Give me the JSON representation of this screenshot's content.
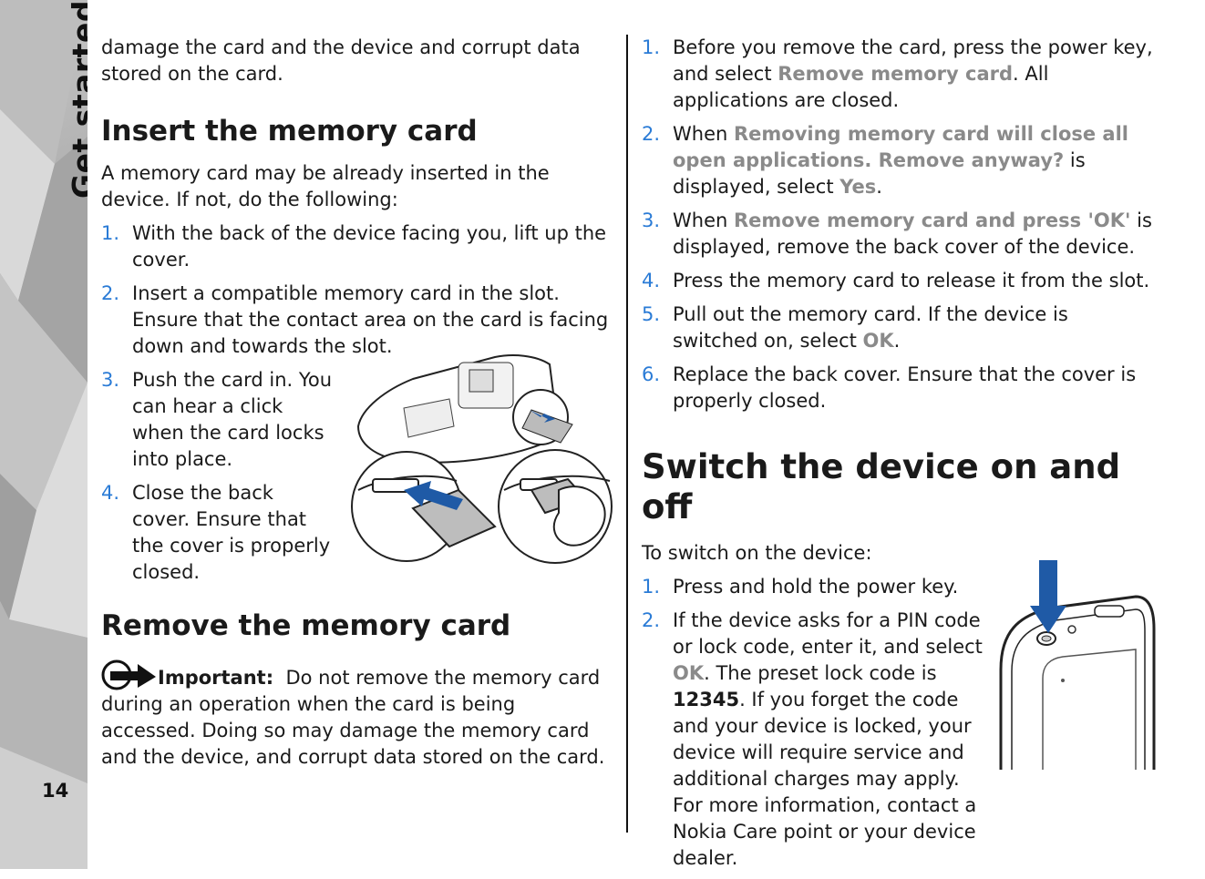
{
  "sidebar": {
    "section_title": "Get started",
    "page_number": "14"
  },
  "left": {
    "intro": "damage the card and the device and corrupt data stored on the card.",
    "insert": {
      "heading": "Insert the memory card",
      "intro": "A memory card may be already inserted in the device. If not, do the following:",
      "steps": [
        {
          "num": "1.",
          "text": "With the back of the device facing you, lift up the cover."
        },
        {
          "num": "2.",
          "text": "Insert a compatible memory card in the slot. Ensure that the contact area on the card is facing down and towards the slot."
        },
        {
          "num": "3.",
          "text": "Push the card in. You can hear a click when the card locks into place."
        },
        {
          "num": "4.",
          "text": "Close the back cover. Ensure that the cover is properly closed."
        }
      ]
    },
    "remove": {
      "heading": "Remove the memory card",
      "important_label": "Important:",
      "important_text": "Do not remove the memory card during an operation when the card is being accessed. Doing so may damage the memory card and the device, and corrupt data stored on the card."
    }
  },
  "right": {
    "remove_steps": [
      {
        "num": "1.",
        "pre": "Before you remove the card, press the power key, and select ",
        "ui": "Remove memory card",
        "post": ". All applications are closed."
      },
      {
        "num": "2.",
        "pre": "When ",
        "ui": "Removing memory card will close all open applications. Remove anyway?",
        "post": " is displayed, select ",
        "ui2": "Yes",
        "post2": "."
      },
      {
        "num": "3.",
        "pre": "When ",
        "ui": "Remove memory card and press 'OK'",
        "post": " is displayed, remove the back cover of the device."
      },
      {
        "num": "4.",
        "text": "Press the memory card to release it from the slot."
      },
      {
        "num": "5.",
        "pre": "Pull out the memory card. If the device is switched on, select ",
        "ui": "OK",
        "post": "."
      },
      {
        "num": "6.",
        "text": "Replace the back cover. Ensure that the cover is properly closed."
      }
    ],
    "switch": {
      "heading": "Switch the device on and off",
      "intro": "To switch on the device:",
      "step1": {
        "num": "1.",
        "text": "Press and hold the power key."
      },
      "step2": {
        "num": "2.",
        "pre": "If the device asks for a PIN code or lock code, enter it, and select ",
        "ui": "OK",
        "mid": ". The preset lock code is ",
        "code": "12345",
        "post": ". If you forget the code and your device is locked, your device will require service and additional charges may apply. For more information, contact a Nokia Care point or your device dealer."
      }
    }
  },
  "colors": {
    "step_number": "#2a7bd6",
    "ui_text": "#8a8a8a",
    "arrow": "#1f5aa6"
  }
}
